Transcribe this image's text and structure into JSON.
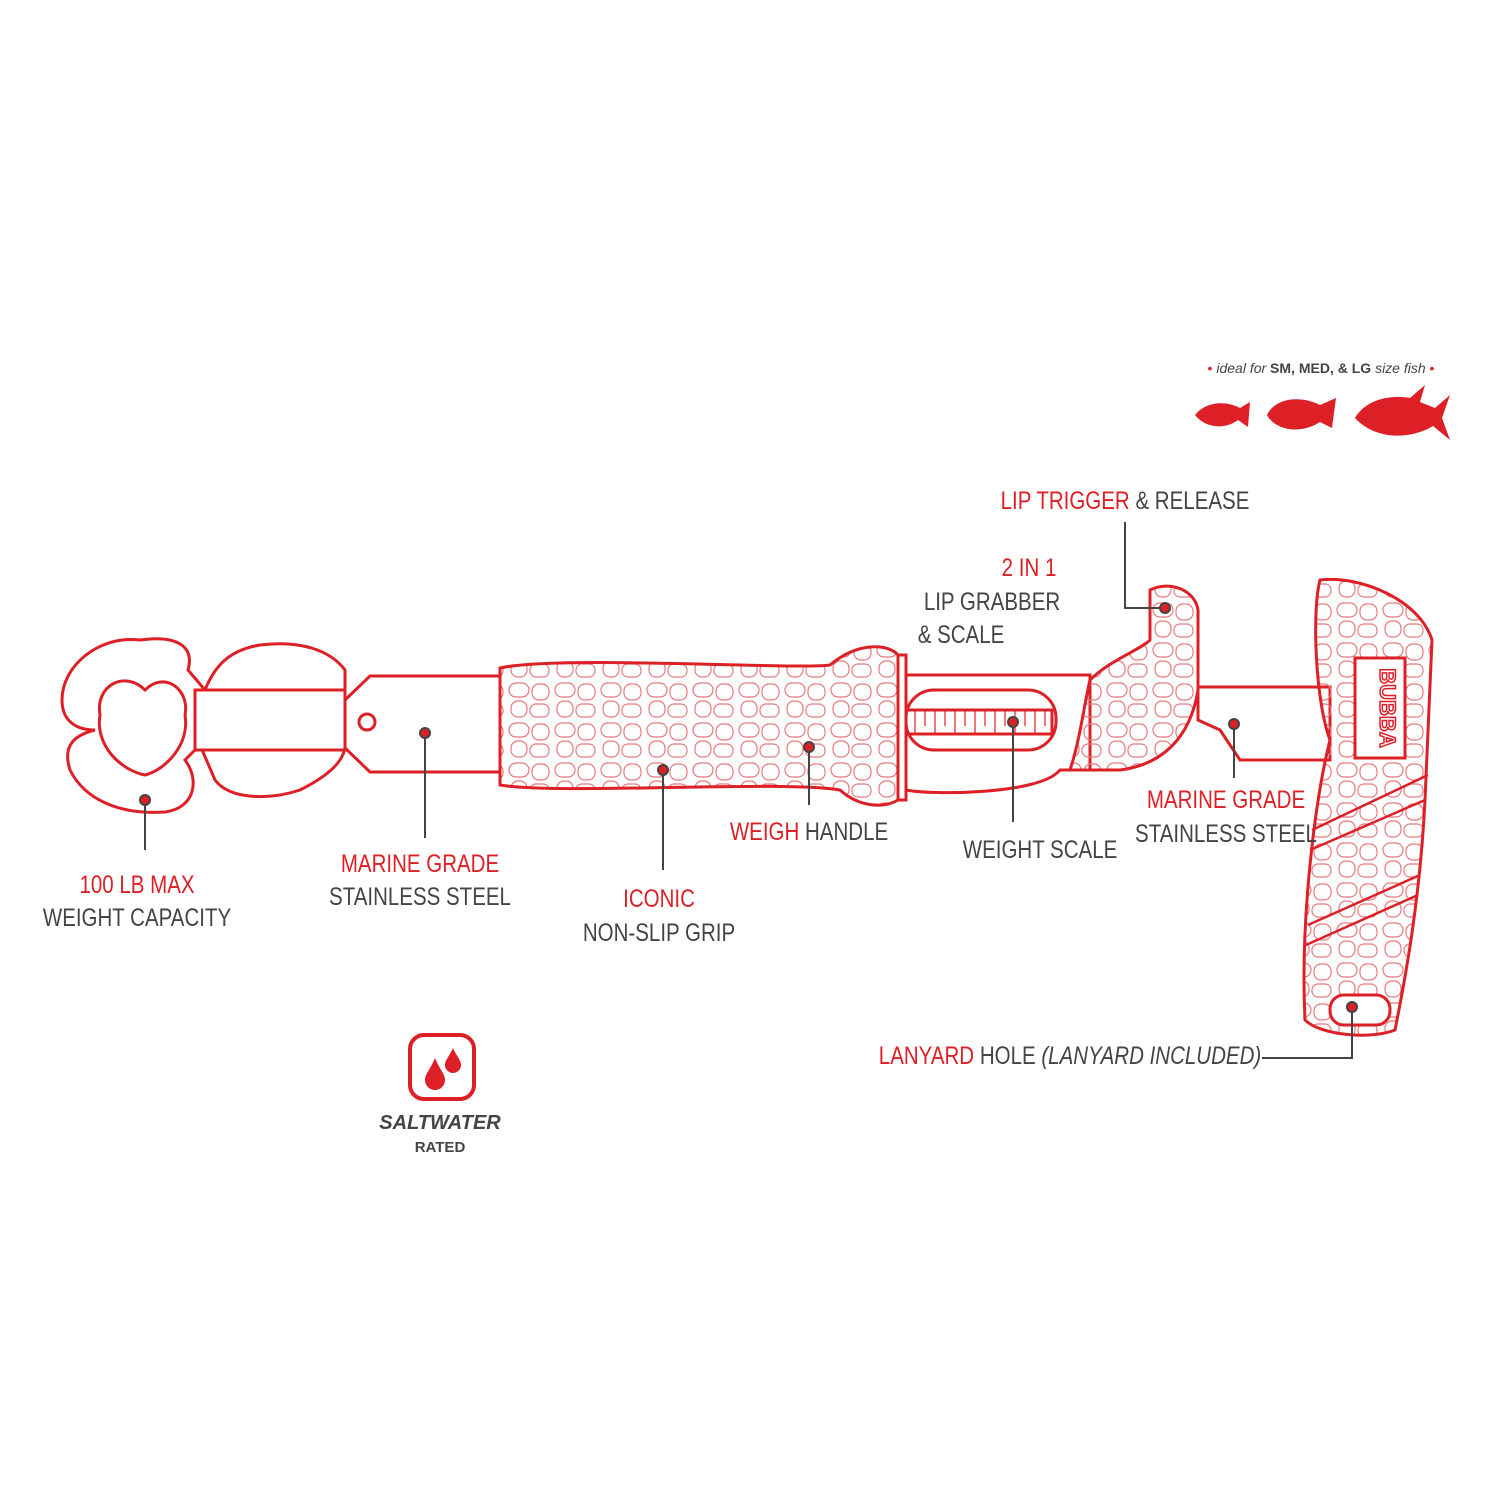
{
  "fish_sizes": {
    "prefix": "ideal for",
    "sizes": "SM, MED, & LG",
    "suffix": "size fish",
    "icons": [
      "small-fish-icon",
      "medium-fish-icon",
      "large-fish-icon"
    ]
  },
  "brand": "BUBBA",
  "callouts": {
    "capacity": {
      "highlight": "100 LB MAX",
      "text": "WEIGHT CAPACITY"
    },
    "steel_left": {
      "highlight": "MARINE GRADE",
      "text": "STAINLESS STEEL"
    },
    "grip": {
      "highlight": "ICONIC",
      "text": "NON-SLIP GRIP"
    },
    "weigh_handle": {
      "highlight": "WEIGH",
      "text": "HANDLE"
    },
    "weight_scale": {
      "text": "WEIGHT SCALE"
    },
    "two_in_one": {
      "highlight": "2 IN 1",
      "line1": "LIP GRABBER",
      "line2": "& SCALE"
    },
    "trigger": {
      "highlight": "LIP TRIGGER",
      "text": "& RELEASE"
    },
    "steel_right": {
      "highlight": "MARINE GRADE",
      "text": "STAINLESS STEEL"
    },
    "lanyard": {
      "highlight": "LANYARD",
      "text": "HOLE",
      "note": "(LANYARD INCLUDED)"
    }
  },
  "badge": {
    "icon": "water-drops-icon",
    "highlight": "SALTWATER",
    "text": "RATED"
  },
  "colors": {
    "accent": "#dd1f26",
    "text": "#444444"
  }
}
